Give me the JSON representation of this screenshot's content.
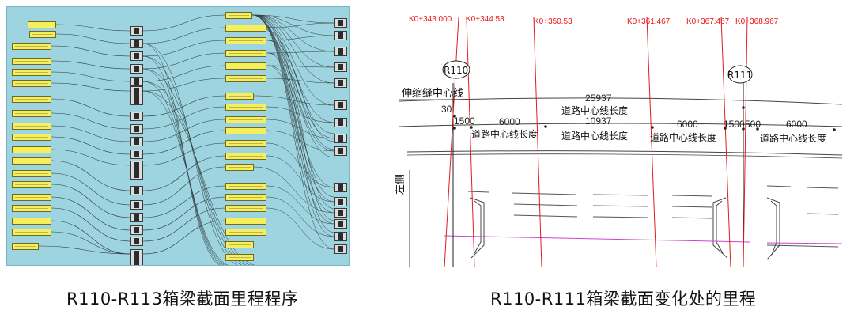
{
  "left": {
    "caption": "R110-R113箱梁截面里程程序"
  },
  "right": {
    "caption": "R110-R111箱梁截面变化处的里程",
    "stations": [
      "K0+343.000",
      "K0+344.53",
      "K0+350.53",
      "K0+361.467",
      "K0+367.467",
      "K0+368.967"
    ],
    "piers": [
      "R110",
      "R111"
    ],
    "joint_label": "伸缩缝中心线",
    "side_label": "左侧",
    "upper_length": "25937",
    "upper_label": "道路中心线长度",
    "offset_value": "30",
    "middle_length": "10937",
    "middle_label": "道路中心线长度",
    "segments": [
      {
        "value": "1500"
      },
      {
        "value": "6000",
        "label": "道路中心线长度"
      },
      {
        "value": "6000",
        "label": "道路中心线长度"
      },
      {
        "value": "1500"
      },
      {
        "value": "500"
      },
      {
        "value": "6000",
        "label": "道路中心线长度"
      }
    ]
  },
  "colors": {
    "canvas": "#9ed4e0",
    "node": "#f4ef5a",
    "station_line": "#e11d1d",
    "centerline": "#cc44cc"
  }
}
